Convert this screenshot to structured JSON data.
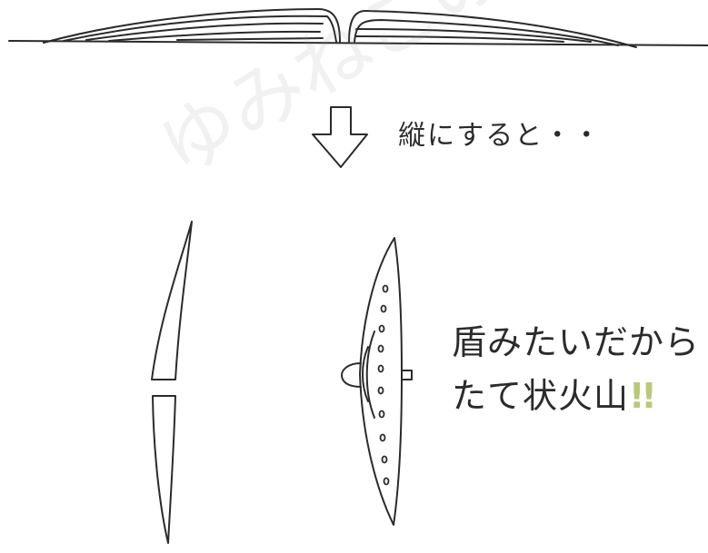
{
  "texts": {
    "vertical_caption": "縦にすると・・",
    "shield_line1": "盾みたいだから",
    "shield_line2": "たて状火山",
    "exclamation": "!!",
    "watermark": "ゆみねこの…"
  },
  "colors": {
    "ink": "#2b2b2b",
    "exclamation": "#b9c977",
    "watermark": "#9a9a9a"
  }
}
